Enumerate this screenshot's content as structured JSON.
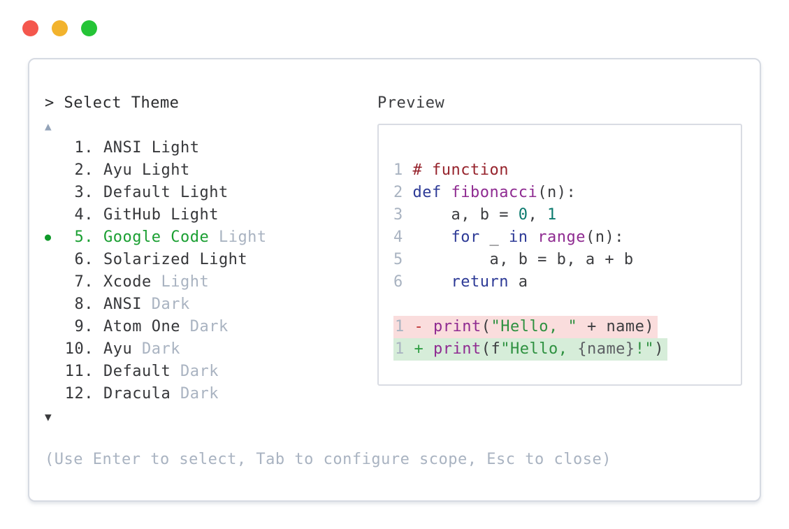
{
  "window_controls": {
    "close": "close",
    "minimize": "minimize",
    "maximize": "maximize"
  },
  "theme_picker": {
    "prompt": "> Select Theme",
    "scroll_up_indicator": "▲",
    "scroll_down_indicator": "▼",
    "selected_bullet": "●",
    "items": [
      {
        "num": "1.",
        "name": "ANSI Light",
        "suffix": "",
        "selected": false
      },
      {
        "num": "2.",
        "name": "Ayu Light",
        "suffix": "",
        "selected": false
      },
      {
        "num": "3.",
        "name": "Default Light",
        "suffix": "",
        "selected": false
      },
      {
        "num": "4.",
        "name": "GitHub Light",
        "suffix": "",
        "selected": false
      },
      {
        "num": "5.",
        "name": "Google Code",
        "suffix": "Light",
        "selected": true
      },
      {
        "num": "6.",
        "name": "Solarized Light",
        "suffix": "",
        "selected": false
      },
      {
        "num": "7.",
        "name": "Xcode",
        "suffix": "Light",
        "selected": false
      },
      {
        "num": "8.",
        "name": "ANSI",
        "suffix": "Dark",
        "selected": false
      },
      {
        "num": "9.",
        "name": "Atom One",
        "suffix": "Dark",
        "selected": false
      },
      {
        "num": "10.",
        "name": "Ayu",
        "suffix": "Dark",
        "selected": false
      },
      {
        "num": "11.",
        "name": "Default",
        "suffix": "Dark",
        "selected": false
      },
      {
        "num": "12.",
        "name": "Dracula",
        "suffix": "Dark",
        "selected": false
      }
    ],
    "hint": "(Use Enter to select, Tab to configure scope, Esc to close)"
  },
  "preview": {
    "title": "Preview",
    "code_lines": [
      {
        "num": "1",
        "tokens": [
          {
            "t": "# function",
            "c": "comment"
          }
        ]
      },
      {
        "num": "2",
        "tokens": [
          {
            "t": "def",
            "c": "kw"
          },
          {
            "t": " ",
            "c": "plain"
          },
          {
            "t": "fibonacci",
            "c": "title"
          },
          {
            "t": "(n):",
            "c": "plain"
          }
        ]
      },
      {
        "num": "3",
        "tokens": [
          {
            "t": "    a, b = ",
            "c": "plain"
          },
          {
            "t": "0",
            "c": "num"
          },
          {
            "t": ", ",
            "c": "plain"
          },
          {
            "t": "1",
            "c": "num"
          }
        ]
      },
      {
        "num": "4",
        "tokens": [
          {
            "t": "    ",
            "c": "plain"
          },
          {
            "t": "for",
            "c": "kw"
          },
          {
            "t": " _ ",
            "c": "plain"
          },
          {
            "t": "in",
            "c": "kw"
          },
          {
            "t": " ",
            "c": "plain"
          },
          {
            "t": "range",
            "c": "title"
          },
          {
            "t": "(n):",
            "c": "plain"
          }
        ]
      },
      {
        "num": "5",
        "tokens": [
          {
            "t": "        a, b = b, a + b",
            "c": "plain"
          }
        ]
      },
      {
        "num": "6",
        "tokens": [
          {
            "t": "    ",
            "c": "plain"
          },
          {
            "t": "return",
            "c": "kw"
          },
          {
            "t": " a",
            "c": "plain"
          }
        ]
      }
    ],
    "diff_lines": [
      {
        "num": "1",
        "sign": "-",
        "kind": "removed",
        "tokens": [
          {
            "t": "print",
            "c": "title"
          },
          {
            "t": "(",
            "c": "plain"
          },
          {
            "t": "\"Hello, \"",
            "c": "str"
          },
          {
            "t": " + name)",
            "c": "plain"
          }
        ]
      },
      {
        "num": "1",
        "sign": "+",
        "kind": "added",
        "tokens": [
          {
            "t": "print",
            "c": "title"
          },
          {
            "t": "(f",
            "c": "plain"
          },
          {
            "t": "\"Hello, ",
            "c": "str"
          },
          {
            "t": "{name}",
            "c": "sub"
          },
          {
            "t": "!\"",
            "c": "str"
          },
          {
            "t": ")",
            "c": "plain"
          }
        ]
      }
    ]
  },
  "colors": {
    "traffic_red": "#f4574d",
    "traffic_yellow": "#f2b32d",
    "traffic_green": "#25c437",
    "window_border": "#d6dae2",
    "text_dark": "#36373a",
    "text_muted": "#a9b3c1",
    "selected_green": "#1a9f32",
    "syntax_keyword": "#2d3a96",
    "syntax_title": "#8f2b91",
    "syntax_number": "#0b7a6e",
    "syntax_comment": "#96232c",
    "syntax_string": "#2e9140",
    "diff_removed_bg": "#fadddd",
    "diff_added_bg": "#d6edd9",
    "diff_minus": "#bf3434",
    "diff_plus": "#2f9e44"
  }
}
